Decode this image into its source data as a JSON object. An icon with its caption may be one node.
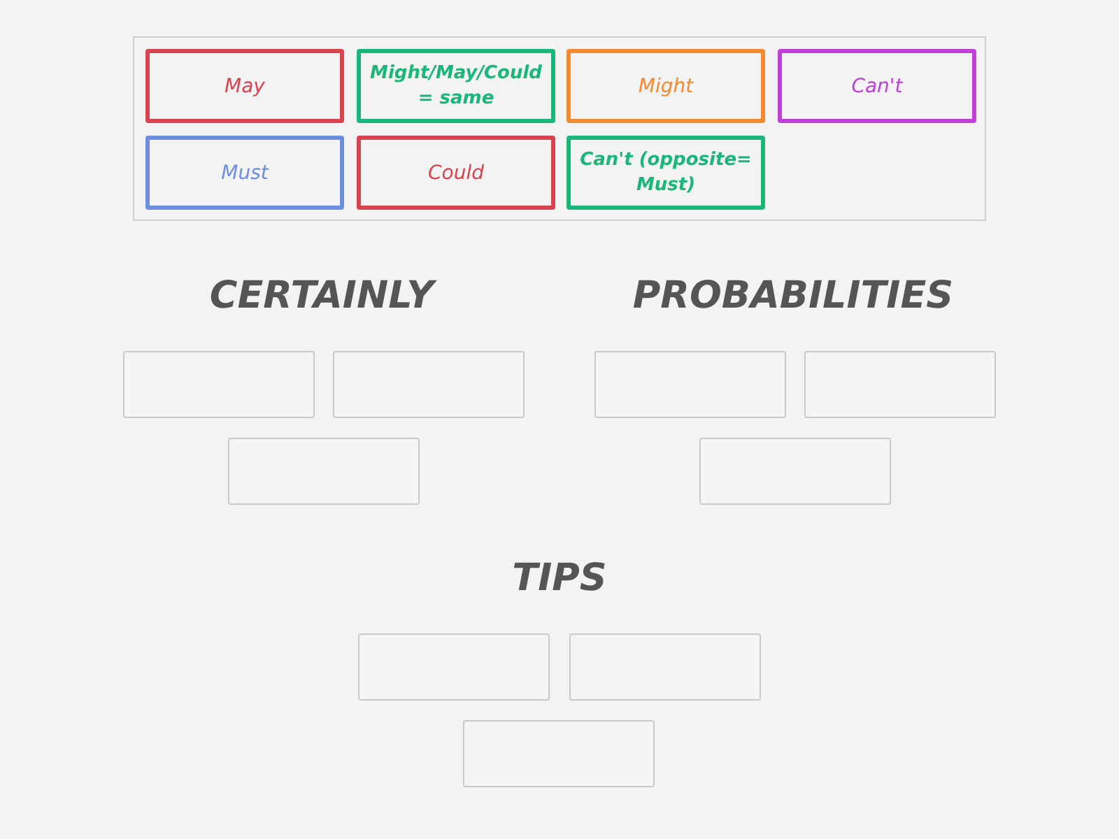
{
  "diagram": {
    "nodes": [
      {
        "text": [],
        "shape": "box"
      },
      {
        "text": [
          "May"
        ],
        "in": 0
      },
      {
        "text": [
          "Might/May/Could = same"
        ],
        "in": 0
      },
      {
        "text": [
          "Might"
        ],
        "in": 0
      },
      {
        "text": [
          "Can't"
        ],
        "in": 0
      },
      {
        "text": [
          "Must"
        ],
        "in": 0
      },
      {
        "text": [
          "Could"
        ],
        "in": 0
      },
      {
        "text": [
          "Can't (opposite= Must)"
        ],
        "in": 0
      },
      {
        "text": [],
        "shape": "box"
      },
      {
        "text": [],
        "shape": "box"
      },
      {
        "text": [],
        "shape": "box"
      },
      {
        "text": [],
        "shape": "box"
      },
      {
        "text": [],
        "shape": "box"
      },
      {
        "text": [],
        "shape": "box"
      },
      {
        "text": [],
        "shape": "box"
      },
      {
        "text": [],
        "shape": "box"
      },
      {
        "text": [],
        "shape": "box"
      }
    ],
    "edges": [],
    "labels": [
      "CERTAINLY",
      "PROBABILITIES",
      "TIPS"
    ]
  }
}
